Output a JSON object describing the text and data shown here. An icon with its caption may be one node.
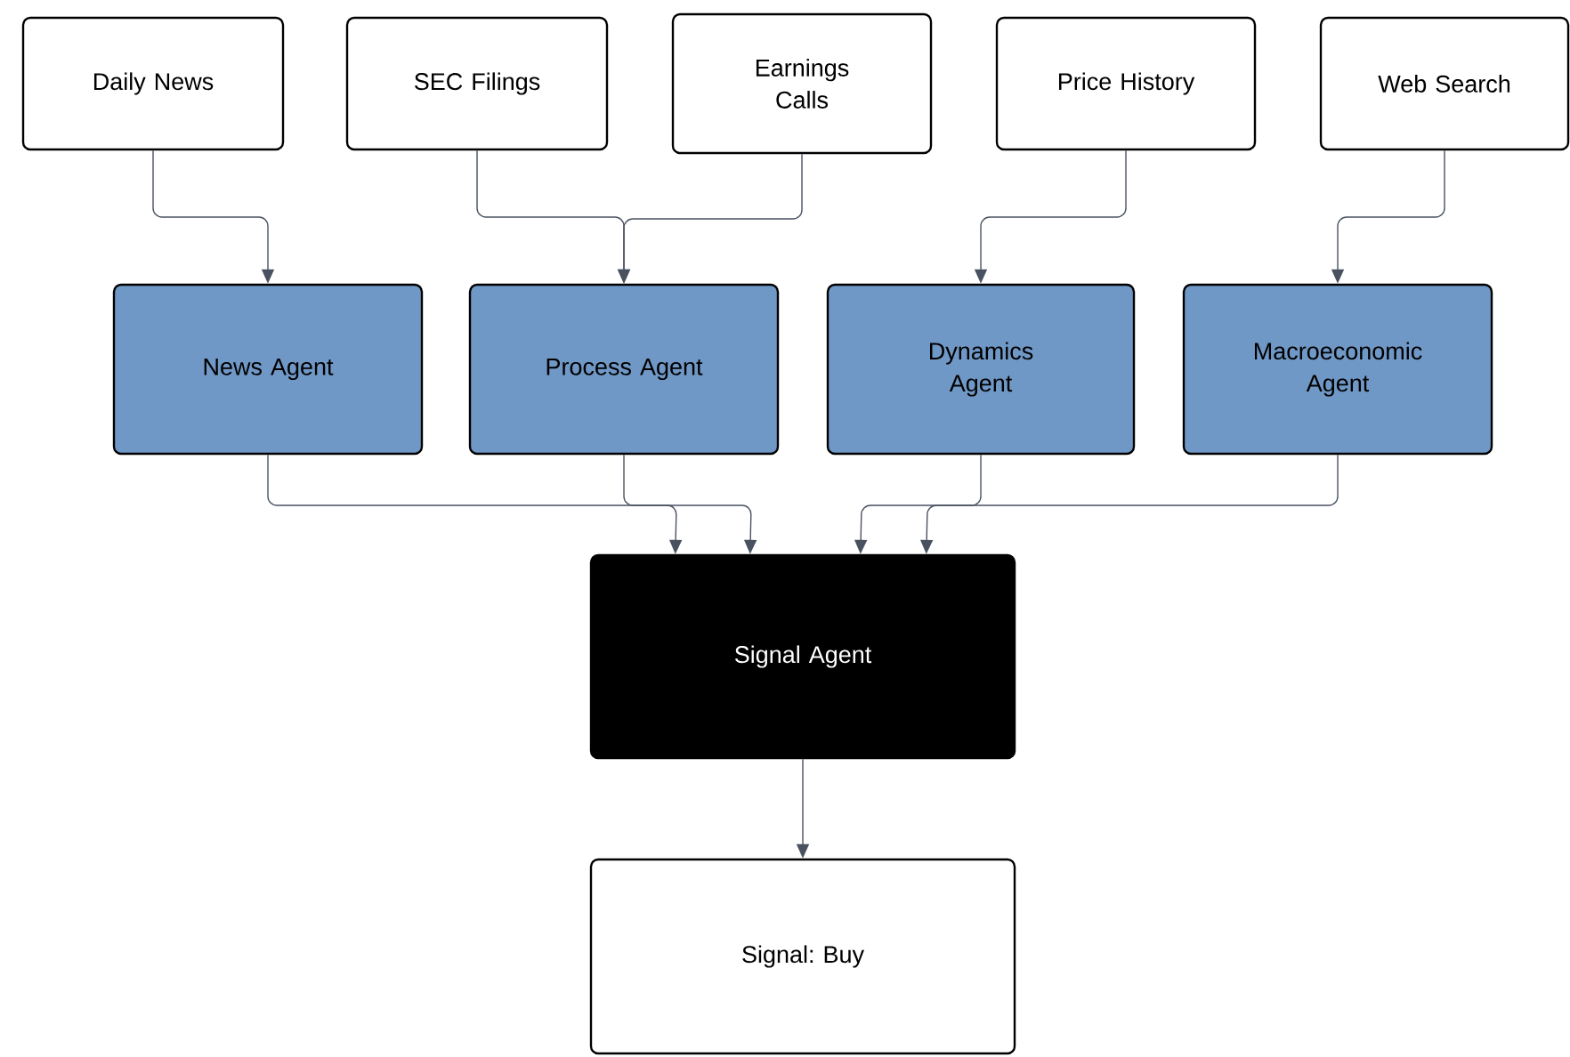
{
  "diagram": {
    "nodes": [
      {
        "text": [
          "Daily News"
        ]
      },
      {
        "text": [
          "SEC Filings"
        ]
      },
      {
        "text": [
          "Earnings Calls"
        ]
      },
      {
        "text": [
          "Price History"
        ]
      },
      {
        "text": [
          "Web Search"
        ]
      },
      {
        "text": [
          "News Agent"
        ]
      },
      {
        "text": [
          "Process Agent"
        ]
      },
      {
        "text": [
          "Dynamics Agent"
        ]
      },
      {
        "text": [
          "Macroeconomic Agent"
        ]
      },
      {
        "text": [
          "Signal Agent"
        ]
      },
      {
        "text": [
          "Signal: Buy"
        ]
      }
    ],
    "edges": [
      {
        "from": 0,
        "to": 5,
        "arrow": "to"
      },
      {
        "from": 1,
        "to": 6,
        "arrow": "to"
      },
      {
        "from": 2,
        "to": 6,
        "arrow": "to"
      },
      {
        "from": 3,
        "to": 7,
        "arrow": "to"
      },
      {
        "from": 4,
        "to": 8,
        "arrow": "to"
      },
      {
        "from": 5,
        "to": 9,
        "arrow": "to"
      },
      {
        "from": 6,
        "to": 9,
        "arrow": "to"
      },
      {
        "from": 7,
        "to": 9,
        "arrow": "to"
      },
      {
        "from": 8,
        "to": 9,
        "arrow": "to"
      },
      {
        "from": 9,
        "to": 10,
        "arrow": "to"
      }
    ]
  }
}
